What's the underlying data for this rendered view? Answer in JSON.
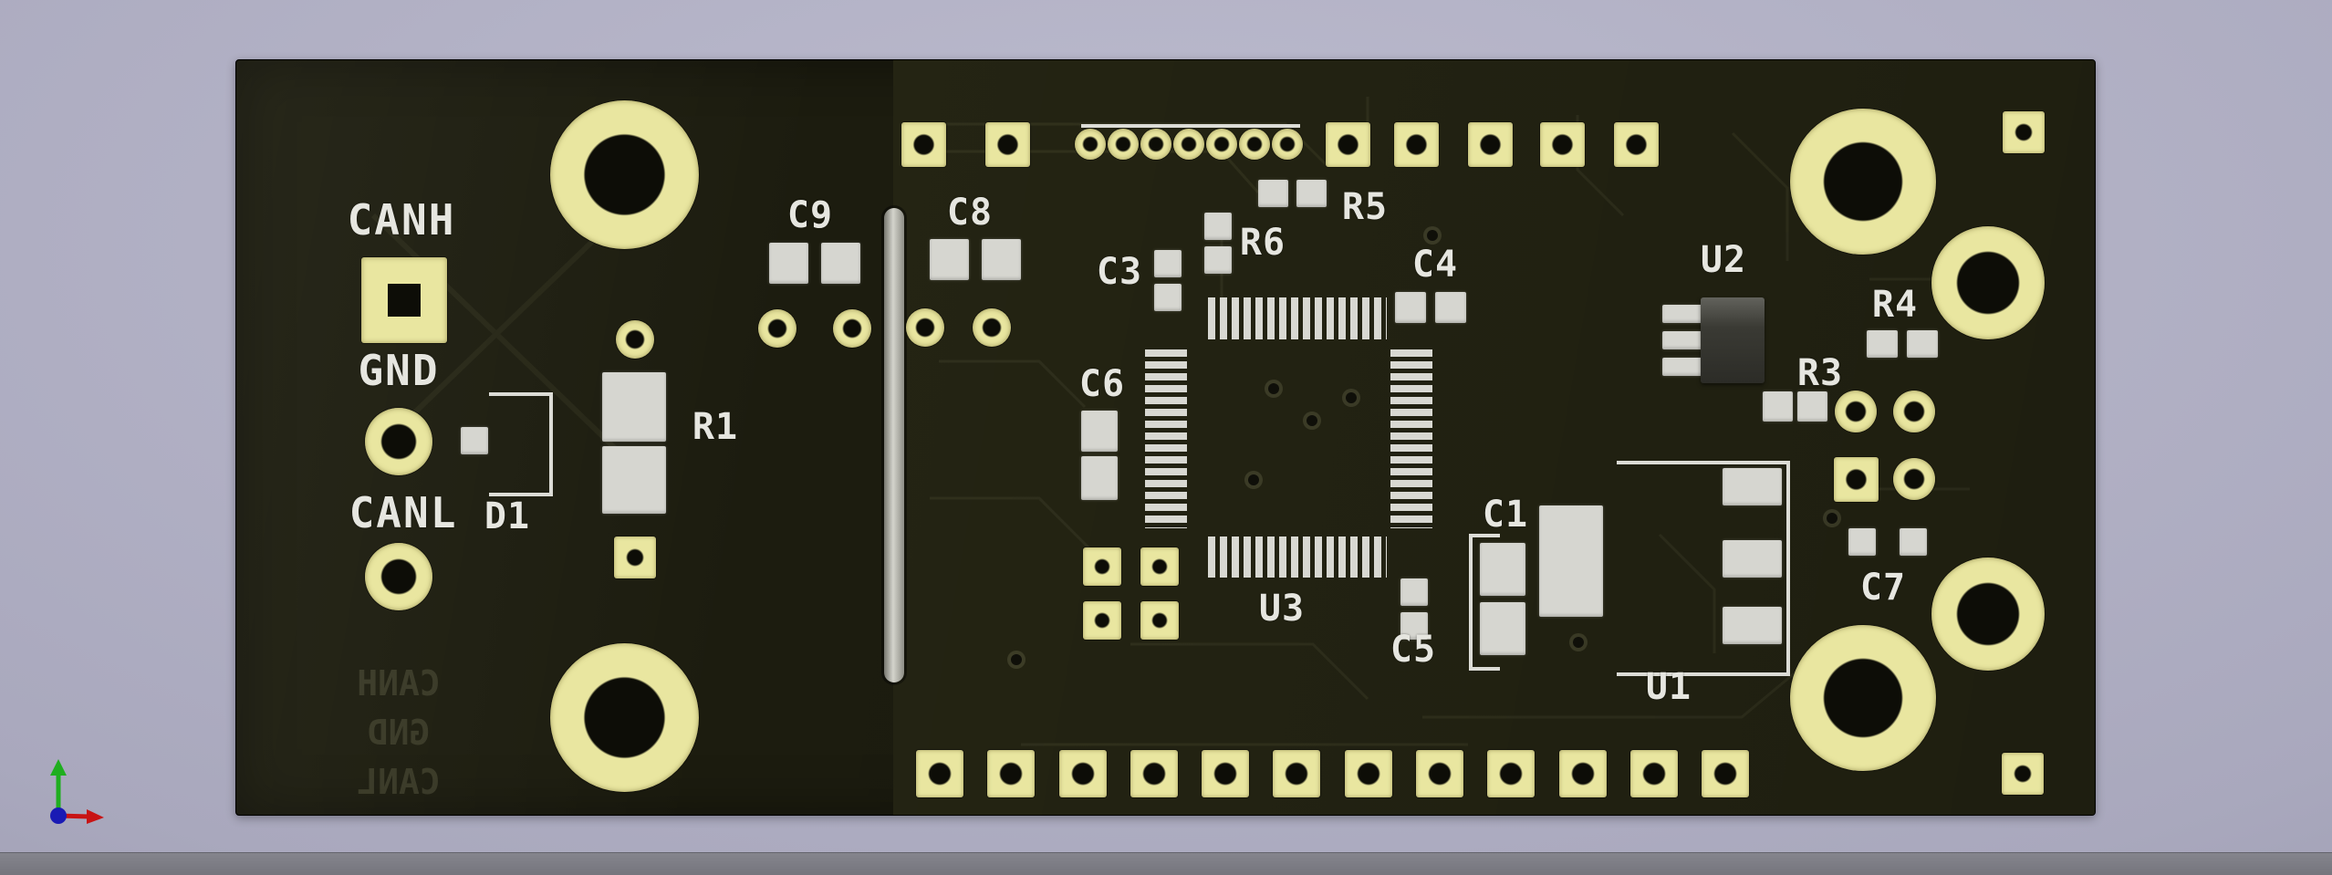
{
  "background": {
    "gradient_top": "#bcbbce",
    "gradient_bottom": "#8b8aa0",
    "bottom_bar_color": "#7c7c84"
  },
  "board": {
    "front_color": "#1c1c0f",
    "copper_zone_color": "#242413",
    "pad_gold_color": "#e9e6a0",
    "smd_pad_color": "#d6d6d0",
    "silkscreen_color": "#e6e6e0",
    "slot_color": "#c4c4bc",
    "silkscreen_labels": {
      "canh": "CANH",
      "gnd": "GND",
      "canl": "CANL",
      "d1": "D1",
      "r1": "R1",
      "c9": "C9",
      "c8": "C8",
      "c3": "C3",
      "r6": "R6",
      "r5": "R5",
      "c4": "C4",
      "c6": "C6",
      "u3": "U3",
      "c5": "C5",
      "c1": "C1",
      "u2": "U2",
      "r3": "R3",
      "r4": "R4",
      "c7": "C7",
      "u1": "U1"
    },
    "back_silkscreen_labels": [
      "CANH",
      "GND",
      "CANL"
    ]
  },
  "axis_indicator": {
    "x_axis_color": "#c81414",
    "y_axis_color": "#1fae1f",
    "z_axis_color": "#1a1ab4"
  }
}
